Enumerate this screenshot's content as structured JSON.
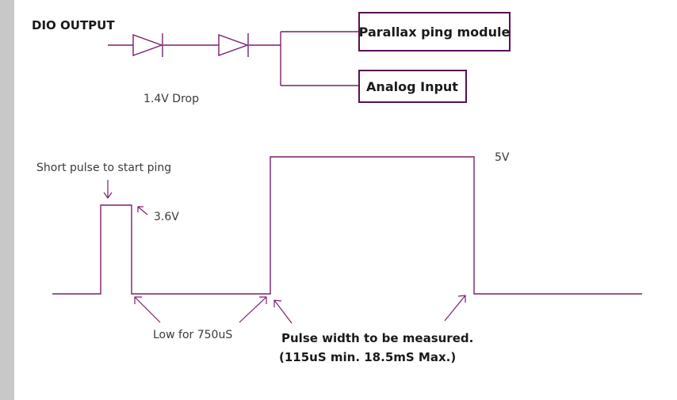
{
  "circuit": {
    "source_label": "DIO OUTPUT",
    "drop_label": "1.4V Drop",
    "module_box_label": "Parallax ping module",
    "analog_box_label": "Analog Input"
  },
  "waveform": {
    "start_pulse_label": "Short pulse to start ping",
    "start_pulse_voltage": "3.6V",
    "echo_voltage": "5V",
    "low_label": "Low for 750uS",
    "measure_label_line1": "Pulse width to be measured.",
    "measure_label_line2": "(115uS min. 18.5mS Max.)"
  },
  "colors": {
    "wire": "#7a1e6e",
    "box_border": "#5a1050",
    "sidebar": "#c8c8c8"
  }
}
